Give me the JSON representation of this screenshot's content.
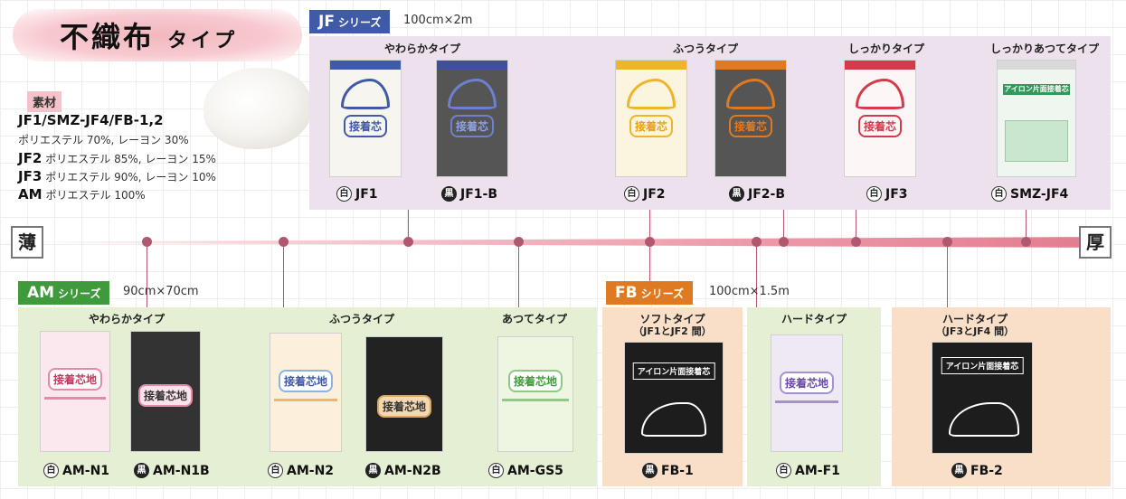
{
  "title": {
    "main": "不織布",
    "sub": "タイプ"
  },
  "material": {
    "label": "素材",
    "rows": [
      {
        "code": "JF1/SMZ-JF4/FB-1,2",
        "desc": "ポリエステル 70%, レーヨン 30%"
      },
      {
        "code": "JF2",
        "desc": "ポリエステル 85%, レーヨン 15%"
      },
      {
        "code": "JF3",
        "desc": "ポリエステル 90%, レーヨン 10%"
      },
      {
        "code": "AM",
        "desc": "ポリエステル 100%"
      }
    ]
  },
  "scale": {
    "thin": "薄",
    "thick": "厚"
  },
  "jf": {
    "tab": "JF",
    "tab_suffix": "シリーズ",
    "size": "100cm×2m",
    "types": [
      "やわらかタイプ",
      "ふつうタイプ",
      "しっかりタイプ",
      "しっかりあつてタイプ"
    ],
    "products": [
      {
        "badge": "白",
        "code": "JF1",
        "pkg_text": "接着芯"
      },
      {
        "badge": "黒",
        "code": "JF1-B",
        "pkg_text": "接着芯"
      },
      {
        "badge": "白",
        "code": "JF2",
        "pkg_text": "接着芯"
      },
      {
        "badge": "黒",
        "code": "JF2-B",
        "pkg_text": "接着芯"
      },
      {
        "badge": "白",
        "code": "JF3",
        "pkg_text": "接着芯"
      },
      {
        "badge": "白",
        "code": "SMZ-JF4",
        "pkg_text": "アイロン片面接着芯"
      }
    ]
  },
  "am": {
    "tab": "AM",
    "tab_suffix": "シリーズ",
    "size": "90cm×70cm",
    "types": [
      "やわらかタイプ",
      "ふつうタイプ",
      "あつてタイプ"
    ],
    "products": [
      {
        "badge": "白",
        "code": "AM-N1",
        "pkg_text": "接着芯地"
      },
      {
        "badge": "黒",
        "code": "AM-N1B",
        "pkg_text": "接着芯地"
      },
      {
        "badge": "白",
        "code": "AM-N2",
        "pkg_text": "接着芯地"
      },
      {
        "badge": "黒",
        "code": "AM-N2B",
        "pkg_text": "接着芯地"
      },
      {
        "badge": "白",
        "code": "AM-GS5",
        "pkg_text": "接着芯地"
      }
    ]
  },
  "fb": {
    "tab": "FB",
    "tab_suffix": "シリーズ",
    "size": "100cm×1.5m",
    "fb1": {
      "type": "ソフトタイプ",
      "note": "（JF1とJF2 間）",
      "badge": "黒",
      "code": "FB-1",
      "pkg_text": "アイロン片面接着芯"
    },
    "fb2": {
      "type": "ハードタイプ",
      "note": "（JF3とJF4 間）",
      "badge": "黒",
      "code": "FB-2",
      "pkg_text": "アイロン片面接着芯"
    }
  },
  "amf": {
    "type": "ハードタイプ",
    "badge": "白",
    "code": "AM-F1",
    "pkg_text": "接着芯地"
  },
  "colors": {
    "jf": "#3f5aa6",
    "am": "#3f9a3c",
    "fb": "#e07a22",
    "accent": "#b05870"
  }
}
